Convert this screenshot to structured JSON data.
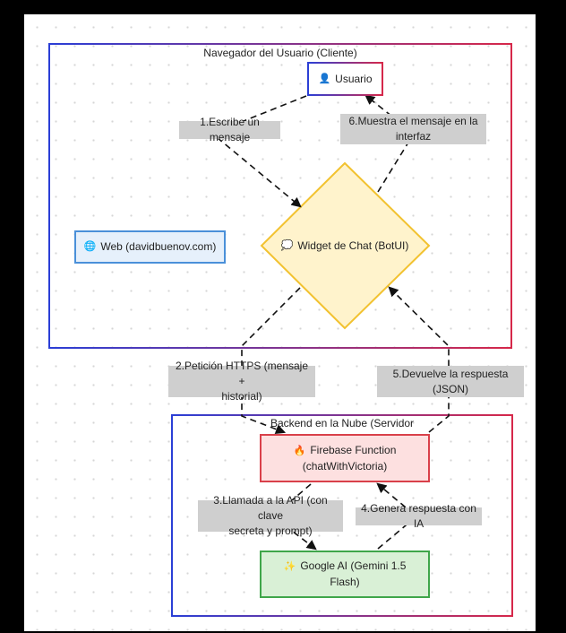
{
  "subgraphs": {
    "client": {
      "title": "Navegador del Usuario (Cliente)"
    },
    "backend": {
      "title": "Backend en la Nube (Servidor"
    }
  },
  "nodes": {
    "usuario": {
      "icon": "👤",
      "label": "Usuario",
      "icon_name": "user-icon"
    },
    "web": {
      "icon": "🌐",
      "label": "Web (davidbuenov.com)",
      "icon_name": "globe-icon"
    },
    "widget": {
      "icon": "💭",
      "label": "Widget de Chat (BotUI)",
      "icon_name": "speech-bubble-icon"
    },
    "firebase": {
      "icon": "🔥",
      "label_line1": "Firebase Function",
      "label_line2": "(chatWithVictoria)",
      "icon_name": "fire-icon"
    },
    "google": {
      "icon": "✨",
      "label_line1": "Google AI (Gemini 1.5",
      "label_line2": "Flash)",
      "icon_name": "sparkles-icon"
    }
  },
  "edges": {
    "e1": {
      "label": "1.Escribe un mensaje"
    },
    "e2": {
      "label_line1": "2.Petición HTTPS (mensaje +",
      "label_line2": "historial)"
    },
    "e3": {
      "label_line1": "3.Llamada a la API (con clave",
      "label_line2": "secreta y prompt)"
    },
    "e4": {
      "label": "4.Genera respuesta con IA"
    },
    "e5": {
      "label_line1": "5.Devuelve la respuesta",
      "label_line2": "(JSON)"
    },
    "e6": {
      "label_line1": "6.Muestra el mensaje en la",
      "label_line2": "interfaz"
    }
  },
  "colors": {
    "client_border_start": "#2b3fd6",
    "client_border_end": "#d6284a",
    "usuario_fill": "#ffffff",
    "web_fill": "#e6f0fb",
    "web_border": "#4a90d9",
    "widget_fill": "#fff3cc",
    "widget_border": "#f2c230",
    "firebase_fill": "#fde0e0",
    "firebase_border": "#d9404a",
    "google_fill": "#d9f0d6",
    "google_border": "#3fa64a",
    "edge_label_fill": "#cfcfcf",
    "edge_stroke": "#111111"
  }
}
